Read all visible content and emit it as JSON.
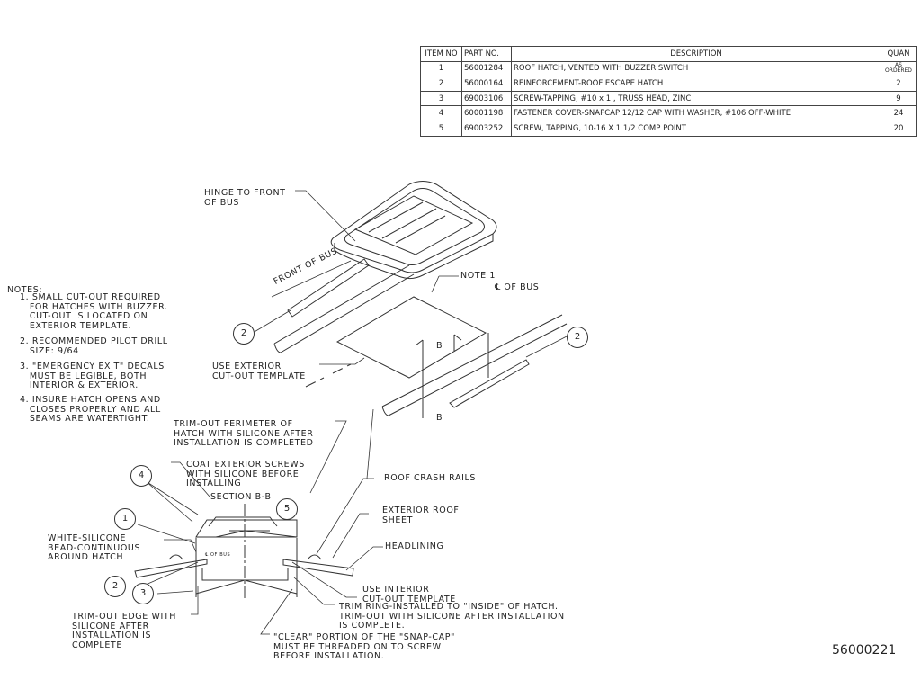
{
  "bom": {
    "headers": [
      "ITEM NO",
      "PART NO.",
      "DESCRIPTION",
      "QUAN"
    ],
    "rows": [
      {
        "item": "1",
        "part": "56001284",
        "desc": "ROOF HATCH, VENTED WITH BUZZER SWITCH",
        "qty_top": "AS",
        "qty_bottom": "ORDERED"
      },
      {
        "item": "2",
        "part": "56000164",
        "desc": "REINFORCEMENT-ROOF ESCAPE HATCH",
        "qty": "2"
      },
      {
        "item": "3",
        "part": "69003106",
        "desc": "SCREW-TAPPING, #10 x 1 , TRUSS HEAD, ZINC",
        "qty": "9"
      },
      {
        "item": "4",
        "part": "60001198",
        "desc": "FASTENER COVER-SNAPCAP 12/12 CAP WITH WASHER, #106 OFF-WHITE",
        "qty": "24"
      },
      {
        "item": "5",
        "part": "69003252",
        "desc": "SCREW, TAPPING, 10-16 X 1 1/2 COMP POINT",
        "qty": "20"
      }
    ]
  },
  "notes": {
    "title": "NOTES:",
    "items": [
      "1. SMALL CUT-OUT REQUIRED\n   FOR HATCHES WITH BUZZER.\n   CUT-OUT IS LOCATED ON\n   EXTERIOR TEMPLATE.",
      "2. RECOMMENDED PILOT DRILL\n   SIZE: 9/64",
      "3. \"EMERGENCY EXIT\" DECALS\n   MUST BE LEGIBLE, BOTH\n   INTERIOR & EXTERIOR.",
      "4. INSURE HATCH OPENS AND\n   CLOSES PROPERLY AND ALL\n   SEAMS ARE WATERTIGHT."
    ]
  },
  "labels": {
    "hinge": "HINGE TO FRONT\nOF BUS",
    "front_of_bus": "FRONT OF BUS",
    "note1": "NOTE 1",
    "cl_of_bus": "℄ OF BUS",
    "use_exterior": "USE EXTERIOR\nCUT-OUT TEMPLATE",
    "b_upper": "B",
    "b_lower": "B",
    "trim_perimeter": "TRIM-OUT PERIMETER OF\nHATCH WITH SILICONE AFTER\nINSTALLATION IS COMPLETED",
    "coat_screws": "COAT EXTERIOR SCREWS\nWITH SILICONE BEFORE\nINSTALLING",
    "section": "SECTION B-B",
    "white_silicone": "WHITE-SILICONE\nBEAD-CONTINUOUS\nAROUND HATCH",
    "cl_small": "℄ OF BUS",
    "roof_crash_rails": "ROOF CRASH RAILS",
    "exterior_roof": "EXTERIOR ROOF\nSHEET",
    "headlining": "HEADLINING",
    "use_interior": "USE INTERIOR\nCUT-OUT TEMPLATE",
    "trim_ring": "TRIM RING-INSTALLED TO \"INSIDE\" OF HATCH.\nTRIM-OUT WITH SILICONE AFTER INSTALLATION\nIS COMPLETE.",
    "trim_edge": "TRIM-OUT EDGE WITH\nSILICONE AFTER\nINSTALLATION IS\nCOMPLETE",
    "clear_portion": "\"CLEAR\" PORTION OF THE \"SNAP-CAP\"\nMUST BE THREADED ON TO SCREW\nBEFORE INSTALLATION."
  },
  "balloons": {
    "b2a": "2",
    "b2b": "2",
    "b4": "4",
    "b1": "1",
    "b5": "5",
    "b2c": "2",
    "b3": "3"
  },
  "drawing_number": "56000221"
}
